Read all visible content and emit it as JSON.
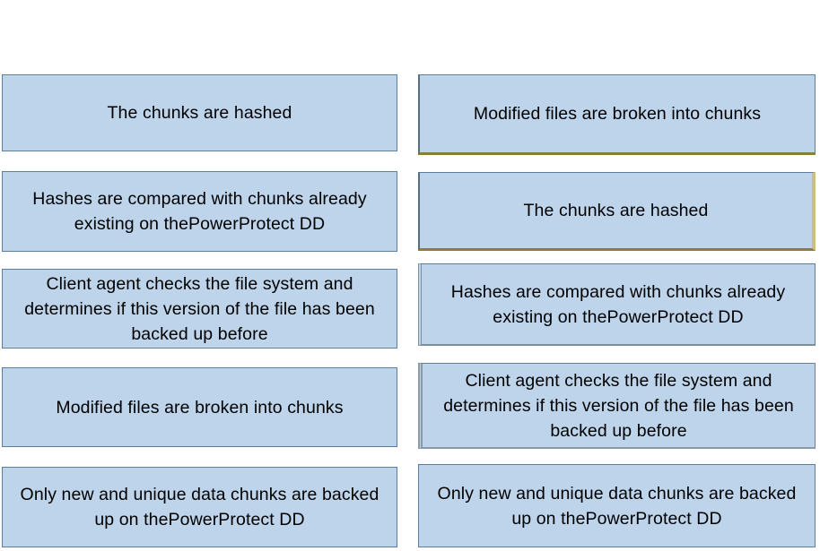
{
  "page": {
    "title": "Data deduplication backup sequence — drag and drop ordering",
    "background_color": "#ffffff",
    "box_fill_color": "#bdd4ea",
    "box_text_color": "#000000",
    "box_border_color": "#5a7f9e",
    "accent_olive_color": "#8a7f33"
  },
  "left_column": {
    "name": "answer-column",
    "boxes": [
      {
        "id": "lb0",
        "text": "The chunks are hashed"
      },
      {
        "id": "lb1",
        "text": "Hashes are compared with chunks already existing on thePowerProtect DD"
      },
      {
        "id": "lb2",
        "text": "Client agent checks the file system and determines if this version of the file has been backed up before"
      },
      {
        "id": "lb3",
        "text": "Modified files are broken into chunks"
      },
      {
        "id": "lb4",
        "text": "Only new and unique data chunks are backed up on thePowerProtect DD"
      }
    ]
  },
  "right_column": {
    "name": "options-column",
    "boxes": [
      {
        "id": "rb0",
        "text": "Modified files are broken into chunks"
      },
      {
        "id": "rb1",
        "text": "The chunks are hashed"
      },
      {
        "id": "rb2",
        "text": "Hashes are compared with chunks already existing on thePowerProtect DD"
      },
      {
        "id": "rb3",
        "text": "Client agent checks the file system and determines if this version of the file has been backed up before"
      },
      {
        "id": "rb4",
        "text": "Only new and unique data chunks are backed up on thePowerProtect DD"
      }
    ]
  }
}
